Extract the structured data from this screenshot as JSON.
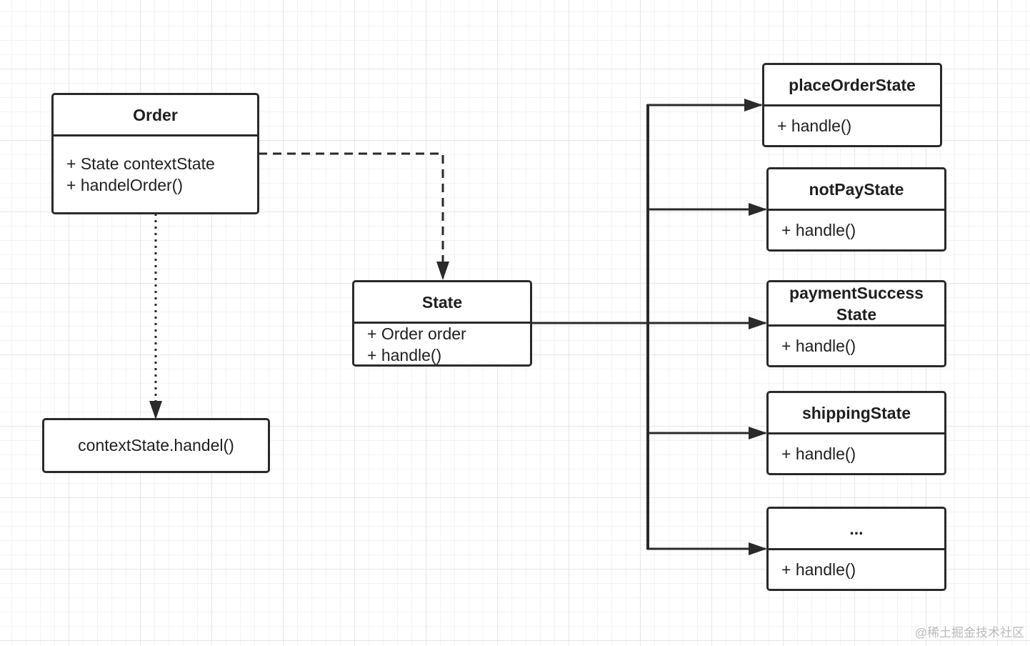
{
  "order_class": {
    "name": "Order",
    "members": [
      "+ State contextState",
      "+ handelOrder()"
    ]
  },
  "state_class": {
    "name": "State",
    "members": [
      "+ Order order",
      "+ handle()"
    ]
  },
  "context_call": {
    "text": "contextState.handel()"
  },
  "concrete_states": [
    {
      "name": "placeOrderState",
      "method": "+ handle()"
    },
    {
      "name": "notPayState",
      "method": "+ handle()"
    },
    {
      "name_line1": "paymentSuccess",
      "name_line2": "State",
      "method": "+ handle()"
    },
    {
      "name": "shippingState",
      "method": "+ handle()"
    },
    {
      "name": "...",
      "method": "+ handle()"
    }
  ],
  "watermark": "@稀土掘金技术社区",
  "colors": {
    "stroke": "#2a2a2a",
    "background": "#ffffff",
    "grid": "#e6e6e6"
  }
}
